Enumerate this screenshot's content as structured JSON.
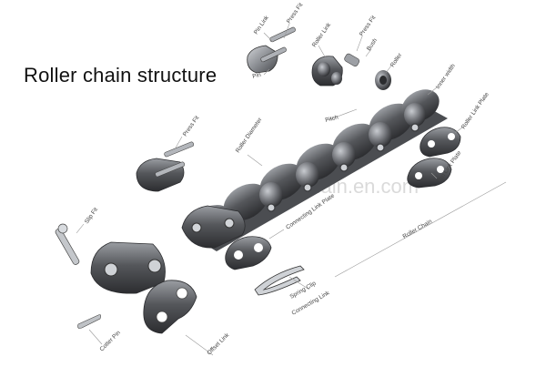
{
  "title": "Roller chain structure",
  "watermark": "dschain.en.com",
  "labels": {
    "pin_link": "Pin Link",
    "press_fit_top": "Press Fit",
    "pin": "Pin",
    "roller_link": "Roller Link",
    "press_fit_mid": "Press Fit",
    "bush": "Bush",
    "roller": "Roller",
    "inner_width": "Inner width",
    "pitch": "Pitch",
    "roller_link_plate": "Roller Link Plate",
    "press_fit_left": "Press Fit",
    "roller_diameter": "Roller Diameter",
    "pin_link_plate": "Pin Link Plate",
    "slip_fit": "Slip Fit",
    "connecting_link_plate": "Connecting Link Plate",
    "roller_chain": "Roller Chain",
    "spring_clip": "Spring Clip",
    "connecting_link": "Connecting Link",
    "offset_link": "Offset Link",
    "cotter_pin": "Cotter Pin"
  },
  "colors": {
    "steel_dark": "#3c3d40",
    "steel_mid": "#6b6d72",
    "steel_light": "#b9bcc1",
    "leader_line": "#9a9a9a",
    "label_text": "#444444"
  }
}
